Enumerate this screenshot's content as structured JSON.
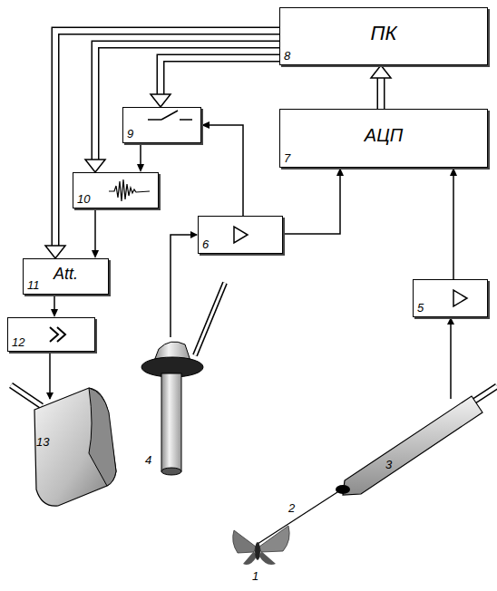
{
  "diagram": {
    "nodes": [
      {
        "text": [
          "8",
          "ПК"
        ]
      },
      {
        "text": [
          "9"
        ]
      },
      {
        "text": [
          "7",
          "АЦП"
        ]
      },
      {
        "text": [
          "10"
        ]
      },
      {
        "text": [
          "6"
        ]
      },
      {
        "text": [
          "11",
          "Att."
        ]
      },
      {
        "text": [
          "5"
        ]
      },
      {
        "text": [
          "12"
        ]
      }
    ],
    "edges": [
      {
        "from": 0,
        "to": 5,
        "arrow": "to"
      },
      {
        "from": 0,
        "to": 3,
        "arrow": "to"
      },
      {
        "from": 0,
        "to": 1,
        "arrow": "to"
      },
      {
        "from": 2,
        "to": 0,
        "arrow": "to"
      },
      {
        "from": 1,
        "to": 3,
        "arrow": "to"
      },
      {
        "from": 3,
        "to": 5,
        "arrow": "to"
      },
      {
        "from": 5,
        "to": 7,
        "arrow": "to"
      },
      {
        "from": 4,
        "to": 1,
        "arrow": "to"
      },
      {
        "from": 4,
        "to": 2,
        "arrow": "to"
      },
      {
        "from": 6,
        "to": 2,
        "arrow": "to"
      }
    ],
    "labels": [
      "13",
      "4",
      "3",
      "2",
      "1"
    ]
  }
}
